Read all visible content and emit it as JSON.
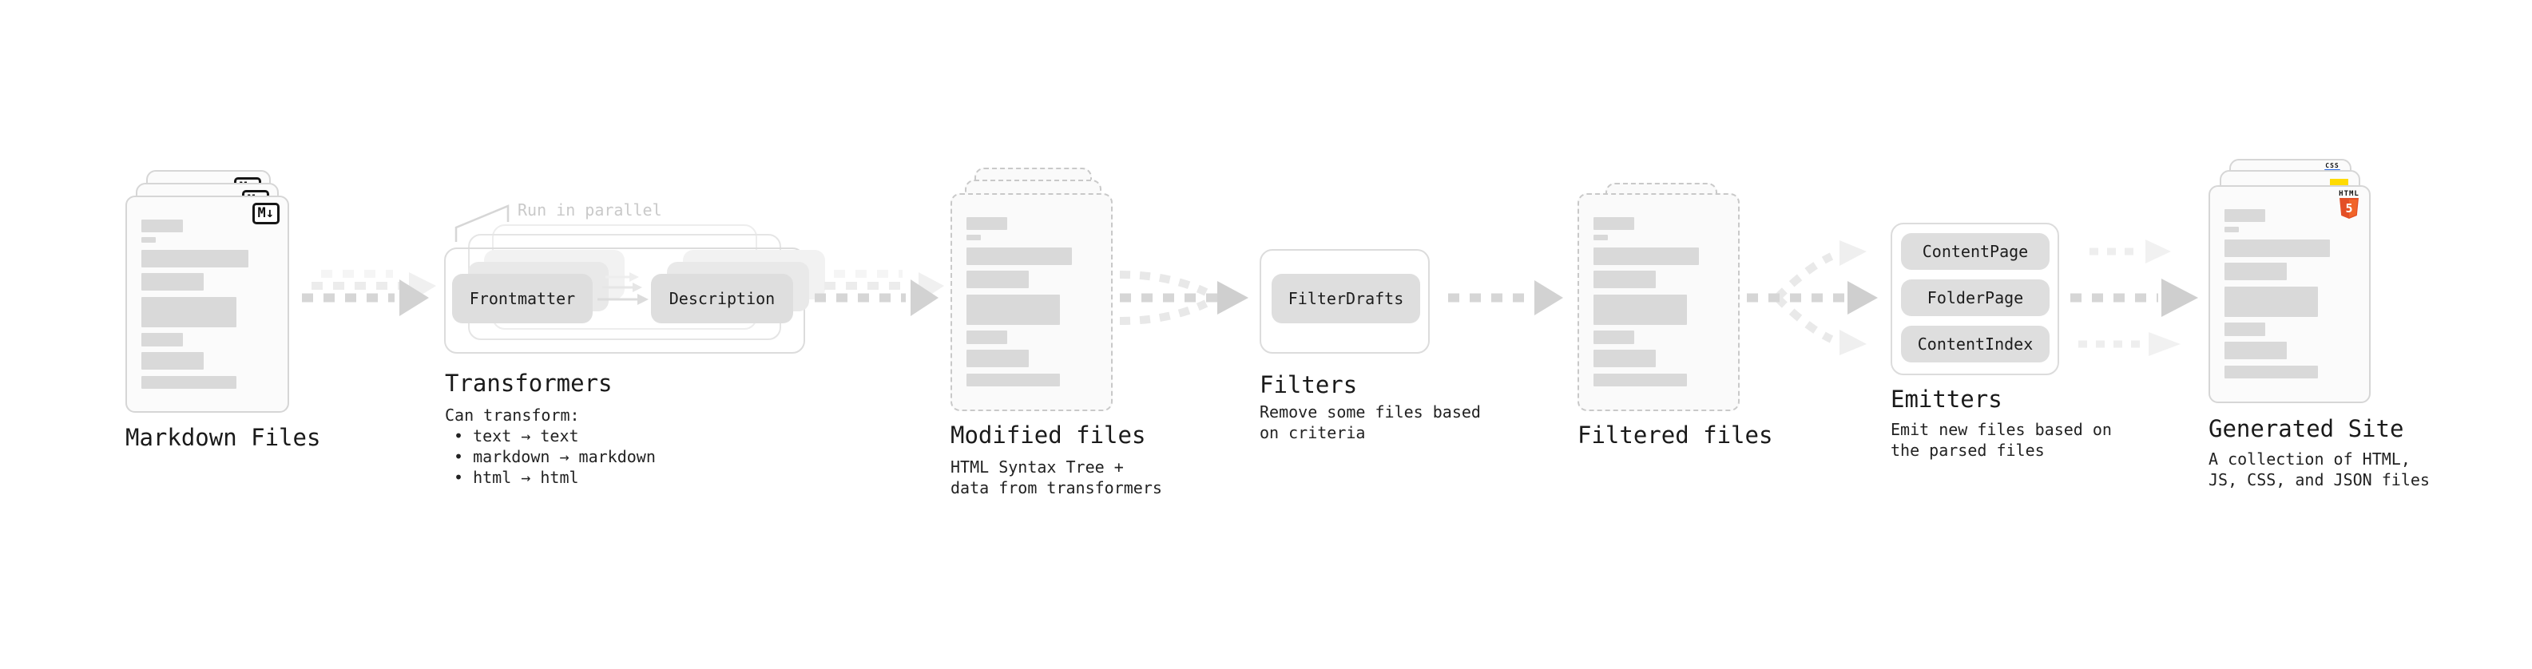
{
  "doc_bars": [
    {
      "w": 31,
      "h": 16,
      "mt": 28
    },
    {
      "w": 11,
      "h": 7,
      "mt": 6
    },
    {
      "w": 80,
      "h": 22,
      "mt": 9
    },
    {
      "w": 47,
      "h": 22,
      "mt": 7
    },
    {
      "w": 71,
      "h": 38,
      "mt": 8
    },
    {
      "w": 31,
      "h": 17,
      "mt": 7
    },
    {
      "w": 47,
      "h": 22,
      "mt": 7
    },
    {
      "w": 71,
      "h": 16,
      "mt": 8
    }
  ],
  "stages": {
    "markdown_files": {
      "title": "Markdown Files",
      "badge": "M↓"
    },
    "transformers": {
      "title": "Transformers",
      "note": "Run in parallel",
      "pills": [
        "Frontmatter",
        "Description"
      ],
      "caption": "Can transform:",
      "bullets": [
        "• text → text",
        "• markdown → markdown",
        "• html → html"
      ]
    },
    "modified_files": {
      "title": "Modified files",
      "caption": "HTML Syntax Tree +\ndata from transformers"
    },
    "filters": {
      "title": "Filters",
      "pills": [
        "FilterDrafts"
      ],
      "caption": "Remove some files based\non criteria"
    },
    "filtered_files": {
      "title": "Filtered files"
    },
    "emitters": {
      "title": "Emitters",
      "pills": [
        "ContentPage",
        "FolderPage",
        "ContentIndex"
      ],
      "caption": "Emit new files based on\nthe parsed files"
    },
    "generated_site": {
      "title": "Generated Site",
      "caption": "A collection of HTML,\nJS, CSS, and JSON files",
      "css_badge": "CSS",
      "html5_text": "HTML",
      "html5_number": "5"
    }
  },
  "colors": {
    "bar_gray": "#d9d9d9",
    "arrow_gray": "#d6d6d6",
    "arrow_light": "#ececec",
    "html5_orange": "#e34f26",
    "js_yellow": "#ffdb00",
    "css_blue": "#2e6be5",
    "note_gray": "#c9c9c9"
  }
}
